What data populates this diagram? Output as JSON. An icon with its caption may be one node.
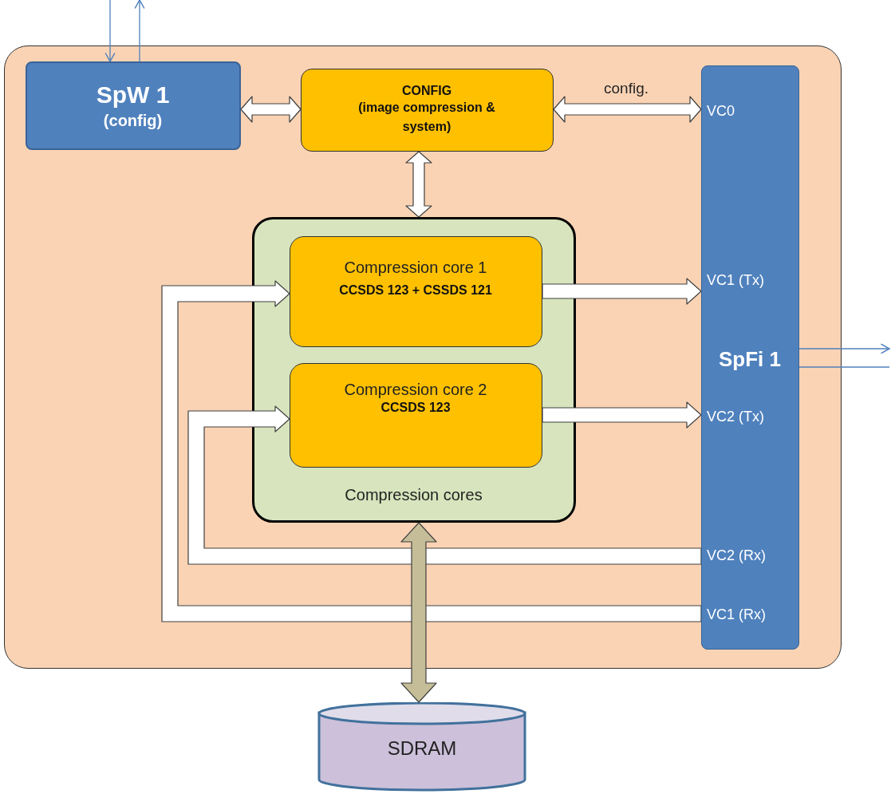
{
  "diagram": {
    "nodes": [
      {
        "text": [],
        "shape": "box"
      },
      {
        "text": [
          "SpW 1",
          "(config)"
        ],
        "in": 0
      },
      {
        "text": [
          "CONFIG",
          "(image compression & system)"
        ],
        "in": 0
      },
      {
        "text": [
          "SpFi 1"
        ],
        "in": 0
      },
      {
        "text": [
          "VC0"
        ],
        "in": 3
      },
      {
        "text": [
          "VC1 (Tx)"
        ],
        "in": 3
      },
      {
        "text": [
          "VC2 (Tx)"
        ],
        "in": 3
      },
      {
        "text": [
          "VC2 (Rx)"
        ],
        "in": 3
      },
      {
        "text": [
          "VC1 (Rx)"
        ],
        "in": 3
      },
      {
        "text": [
          "Compression cores"
        ],
        "in": 0
      },
      {
        "text": [
          "Compression core 1",
          "CCSDS 123 + CSSDS 121"
        ],
        "in": 9
      },
      {
        "text": [
          "Compression core 2",
          "CCSDS 123"
        ],
        "in": 9
      },
      {
        "text": [
          "SDRAM"
        ]
      }
    ],
    "edges": [
      {
        "from": null,
        "to": 1,
        "arrow": "to",
        "color": "#4f81bd"
      },
      {
        "from": 1,
        "to": null,
        "arrow": "to",
        "color": "#4f81bd"
      },
      {
        "from": 1,
        "to": 2,
        "arrow": "both"
      },
      {
        "from": 2,
        "to": 4,
        "arrow": "both",
        "label": "config."
      },
      {
        "from": 2,
        "to": 9,
        "arrow": "both"
      },
      {
        "from": 10,
        "to": 5,
        "arrow": "to"
      },
      {
        "from": 11,
        "to": 6,
        "arrow": "to"
      },
      {
        "from": 8,
        "to": 10,
        "arrow": "to"
      },
      {
        "from": 7,
        "to": 11,
        "arrow": "to"
      },
      {
        "from": 9,
        "to": 12,
        "arrow": "both",
        "color": "#c4bd97"
      },
      {
        "from": 3,
        "to": null,
        "arrow": "to",
        "color": "#4f81bd"
      },
      {
        "from": 3,
        "to": null,
        "arrow": "none",
        "color": "#4f81bd"
      }
    ]
  }
}
